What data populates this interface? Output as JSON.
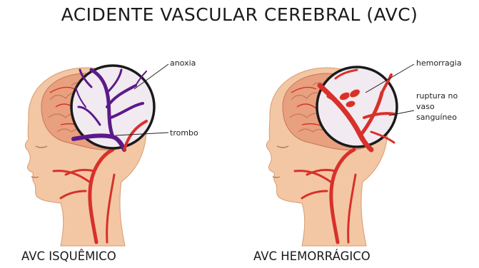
{
  "title": "ACIDENTE VASCULAR CEREBRAL (AVC)",
  "left": {
    "caption": "AVC ISQUÊMICO",
    "labels": {
      "anoxia": "anoxia",
      "trombo": "trombo"
    }
  },
  "right": {
    "caption": "AVC HEMORRÁGICO",
    "labels": {
      "hemorragia": "hemorragia",
      "ruptura_line1": "ruptura no",
      "ruptura_line2": "vaso",
      "ruptura_line3": "sanguíneo"
    }
  },
  "colors": {
    "skin": "#f3c7a4",
    "skin_shadow": "#e2a37e",
    "brain": "#e8a07e",
    "vessel": "#d8302a",
    "clot_vessel": "#5b1a8a",
    "lens_bg": "#f1eaf0",
    "lens_ring": "#1a1a1a"
  }
}
